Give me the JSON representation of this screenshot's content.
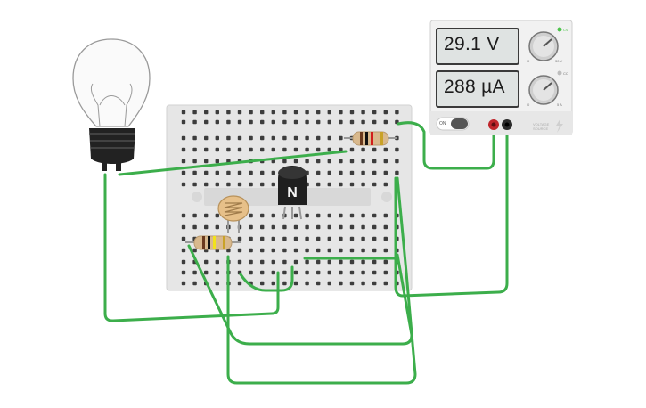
{
  "power_supply": {
    "voltage_display": "29.1 V",
    "current_display": "288 µA",
    "on_label": "ON",
    "cv_label": "CV",
    "cc_label": "CC",
    "knob_voltage_min": "0",
    "knob_voltage_max": "30 V",
    "knob_current_min": "0",
    "knob_current_max": "5 A",
    "panel_label": "VOLTAGE SOURCE"
  },
  "transistor": {
    "marking": "N"
  },
  "colors": {
    "wire": "#3cae4b",
    "breadboard": "#e6e6e6",
    "supply_body": "#f1f1f1",
    "positive_terminal": "#c0262c",
    "negative_terminal": "#2c2c2c",
    "cv_led": "#4cc34a"
  }
}
